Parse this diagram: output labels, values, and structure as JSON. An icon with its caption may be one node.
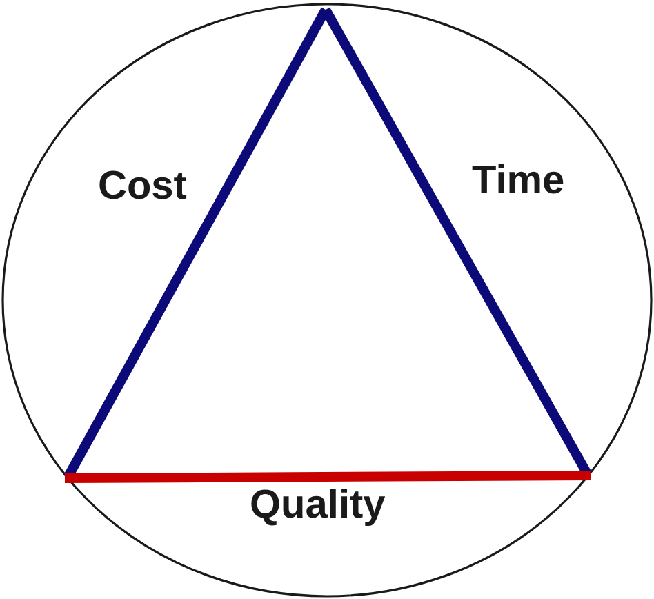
{
  "diagram": {
    "labels": [
      "Cost",
      "Time",
      "Quality"
    ]
  }
}
